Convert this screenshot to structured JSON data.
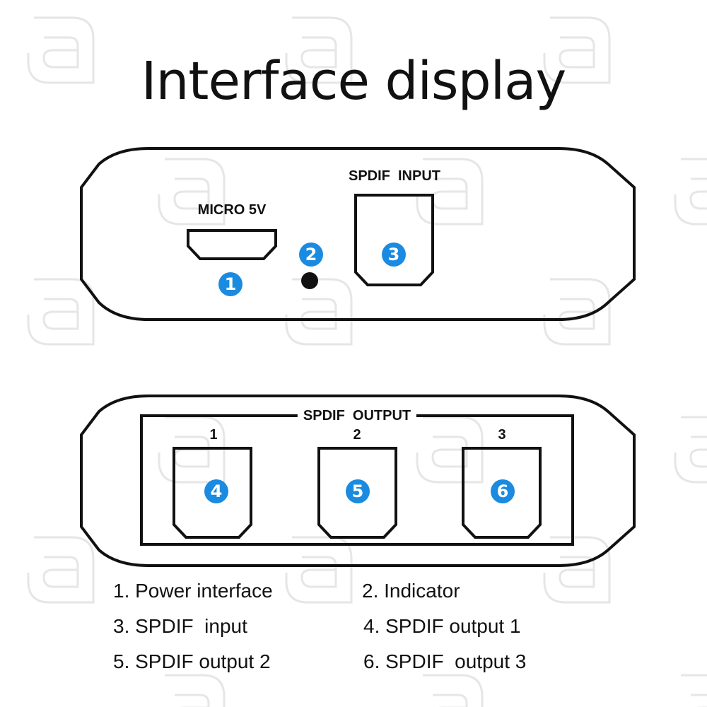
{
  "title": "Interface display",
  "colors": {
    "badge": "#1a8be0",
    "outline": "#111111",
    "watermark": "#e6e6e6"
  },
  "top_panel": {
    "micro_label": "MICRO 5V",
    "spdif_input_label": "SPDIF  INPUT",
    "badges": [
      "1",
      "2",
      "3"
    ]
  },
  "bottom_panel": {
    "spdif_output_label": "SPDIF  OUTPUT",
    "port_numbers": [
      "1",
      "2",
      "3"
    ],
    "badges": [
      "4",
      "5",
      "6"
    ]
  },
  "legend": [
    "1. Power interface",
    "2. Indicator",
    "3. SPDIF  input",
    "4. SPDIF output 1",
    "5. SPDIF output 2",
    "6. SPDIF  output 3"
  ]
}
